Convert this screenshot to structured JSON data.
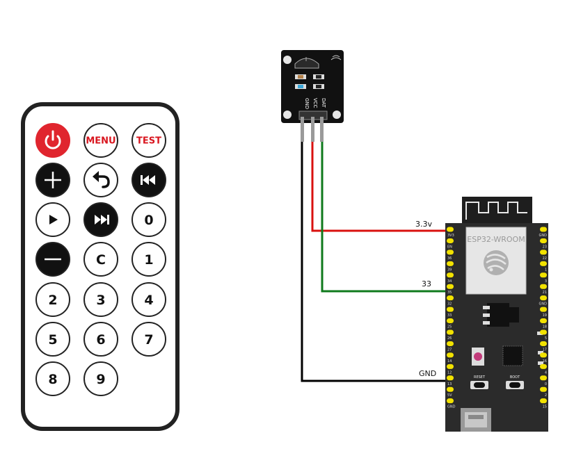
{
  "remote": {
    "buttons": [
      {
        "id": "power",
        "label": "",
        "icon": "power-icon"
      },
      {
        "id": "menu",
        "label": "MENU",
        "icon": ""
      },
      {
        "id": "test",
        "label": "TEST",
        "icon": ""
      },
      {
        "id": "plus",
        "label": "",
        "icon": "plus-icon"
      },
      {
        "id": "back",
        "label": "",
        "icon": "back-arrow-icon"
      },
      {
        "id": "prev",
        "label": "",
        "icon": "previous-icon"
      },
      {
        "id": "play",
        "label": "",
        "icon": "play-icon"
      },
      {
        "id": "next",
        "label": "",
        "icon": "next-icon"
      },
      {
        "id": "zero",
        "label": "0",
        "icon": ""
      },
      {
        "id": "minus",
        "label": "",
        "icon": "minus-icon"
      },
      {
        "id": "clear",
        "label": "C",
        "icon": ""
      },
      {
        "id": "one",
        "label": "1",
        "icon": ""
      },
      {
        "id": "two",
        "label": "2",
        "icon": ""
      },
      {
        "id": "three",
        "label": "3",
        "icon": ""
      },
      {
        "id": "four",
        "label": "4",
        "icon": ""
      },
      {
        "id": "five",
        "label": "5",
        "icon": ""
      },
      {
        "id": "six",
        "label": "6",
        "icon": ""
      },
      {
        "id": "seven",
        "label": "7",
        "icon": ""
      },
      {
        "id": "eight",
        "label": "8",
        "icon": ""
      },
      {
        "id": "nine",
        "label": "9",
        "icon": ""
      }
    ]
  },
  "receiver": {
    "pins": [
      "GND",
      "VCC",
      "DAT"
    ]
  },
  "wires": {
    "power_label": "3.3v",
    "signal_label": "33",
    "ground_label": "GND"
  },
  "board": {
    "module_name": "ESP32-WROOM",
    "reset_label": "RESET",
    "boot_label": "BOOT",
    "left_pins": [
      "3V3",
      "EN",
      "36",
      "39",
      "34",
      "35",
      "32",
      "33",
      "25",
      "26",
      "27",
      "14",
      "12",
      "13",
      "5V",
      "GND"
    ],
    "right_pins": [
      "GND",
      "23",
      "22",
      "1",
      "3",
      "21",
      "GND",
      "19",
      "18",
      "5",
      "17",
      "16",
      "4",
      "0",
      "2",
      "15"
    ]
  },
  "colors": {
    "power_wire": "#d9110f",
    "signal_wire": "#0f7a1c",
    "ground_wire": "#000000",
    "power_button": "#e0252e",
    "menu_text": "#d9161f",
    "board": "#2b2b2b",
    "pin": "#f2e200"
  }
}
